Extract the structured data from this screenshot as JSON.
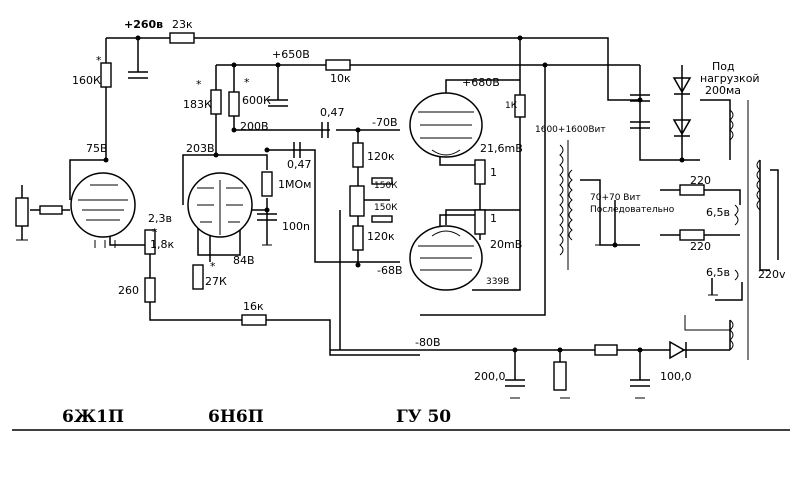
{
  "tube_names": {
    "t1": "6Ж1П",
    "t2": "6Н6П",
    "t3": "ГУ 50"
  },
  "supplies": {
    "v260": "+260в",
    "v650": "+650В",
    "v680": "+680В",
    "v80": "-80В"
  },
  "resistors": {
    "r23k": "23к",
    "r160k": "160К",
    "r183k": "183К",
    "r600k": "600К",
    "r10k": "10к",
    "r1k": "1К",
    "r1mom": "1МОм",
    "r27k": "27К",
    "r18k": "1,8к",
    "r260": "260",
    "r16k": "16к",
    "r120a": "120к",
    "r120b": "120к",
    "r150a": "150К",
    "r150b": "150К",
    "r1a": "1",
    "r1b": "1",
    "r220a": "220",
    "r220b": "220"
  },
  "capacitors": {
    "c047a": "0,47",
    "c047b": "0,47",
    "c100n": "100n",
    "c200": "200,0",
    "c100": "100,0"
  },
  "voltages": {
    "v75": "75В",
    "v203": "203В",
    "v200": "200В",
    "v84": "84В",
    "v23": "2,3в",
    "vm70": "-70В",
    "vm68": "-68В",
    "v216": "21,6mВ",
    "v20m": "20mВ",
    "v339": "339В"
  },
  "marks": {
    "star": "*"
  },
  "transformers": {
    "out_primary": "1600+1600Вит",
    "out_secondary_1": "70+70 Вит",
    "out_secondary_2": "Последовательно",
    "load_1": "Под",
    "load_2": "нагрузкой",
    "load_3": "200ма",
    "heater_a": "6,5в",
    "heater_b": "6,5в",
    "mains": "220v"
  }
}
